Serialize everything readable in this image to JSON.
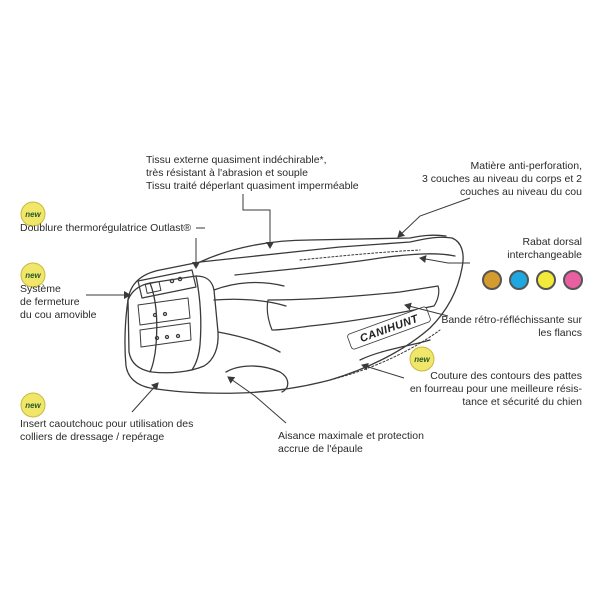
{
  "new_badge_text": "new",
  "brand_logo_text": "CANIHUNT",
  "colors": {
    "stroke": "#3a3a3a",
    "badge_fill": "#f0e66a",
    "badge_text": "#2c5a2c",
    "swatches": [
      "#d59b2c",
      "#1ea8df",
      "#f2ea3a",
      "#e85fa2"
    ]
  },
  "callouts": {
    "fabric": {
      "lines": [
        "Tissu externe quasiment indéchirable*,",
        "très résistant à l'abrasion et souple",
        "Tissu traité déperlant quasiment imperméable"
      ]
    },
    "anti_perforation": {
      "lines": [
        "Matière anti-perforation,",
        "3 couches au niveau du corps et 2",
        "couches au niveau du cou"
      ]
    },
    "lining": {
      "lines": [
        "Doublure thermorégulatrice Outlast®"
      ]
    },
    "dorsal_flap": {
      "lines": [
        "Rabat dorsal",
        "interchangeable"
      ]
    },
    "neck_closure": {
      "lines": [
        "Système",
        "de fermeture",
        "du cou amovible"
      ]
    },
    "reflective": {
      "lines": [
        "Bande rétro-réfléchissante sur",
        "les flancs"
      ]
    },
    "leg_seams": {
      "lines": [
        "Couture des contours des pattes",
        "en fourreau pour une meilleure résis-",
        "tance et sécurité du chien"
      ]
    },
    "rubber_insert": {
      "lines": [
        "Insert caoutchouc pour utilisation des",
        "colliers de dressage / repérage"
      ]
    },
    "shoulder": {
      "lines": [
        "Aisance maximale et protection",
        "accrue de l'épaule"
      ]
    }
  }
}
